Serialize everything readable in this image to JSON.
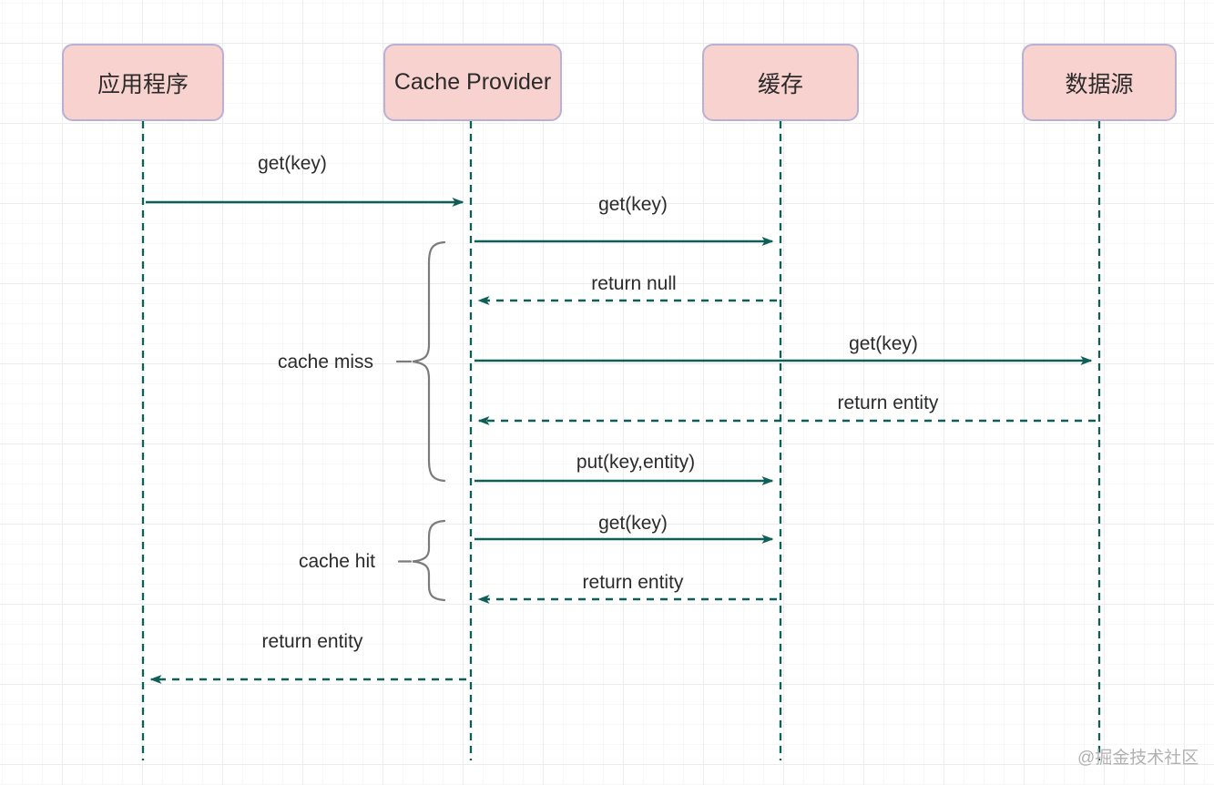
{
  "diagram": {
    "type": "sequence-diagram",
    "actors": [
      {
        "id": "application",
        "label": "应用程序"
      },
      {
        "id": "cache-provider",
        "label": "Cache Provider"
      },
      {
        "id": "cache",
        "label": "缓存"
      },
      {
        "id": "data-source",
        "label": "数据源"
      }
    ],
    "messages": [
      {
        "from": "application",
        "to": "cache-provider",
        "label": "get(key)",
        "style": "solid"
      },
      {
        "from": "cache-provider",
        "to": "cache",
        "label": "get(key)",
        "style": "solid"
      },
      {
        "from": "cache",
        "to": "cache-provider",
        "label": "return null",
        "style": "dashed"
      },
      {
        "from": "cache-provider",
        "to": "data-source",
        "label": "get(key)",
        "style": "solid"
      },
      {
        "from": "data-source",
        "to": "cache-provider",
        "label": "return entity",
        "style": "dashed"
      },
      {
        "from": "cache-provider",
        "to": "cache",
        "label": "put(key,entity)",
        "style": "solid"
      },
      {
        "from": "cache-provider",
        "to": "cache",
        "label": "get(key)",
        "style": "solid"
      },
      {
        "from": "cache",
        "to": "cache-provider",
        "label": "return entity",
        "style": "dashed"
      },
      {
        "from": "cache-provider",
        "to": "application",
        "label": "return entity",
        "style": "dashed"
      }
    ],
    "groups": [
      {
        "id": "cache-miss",
        "label": "cache miss"
      },
      {
        "id": "cache-hit",
        "label": "cache hit"
      }
    ],
    "watermark": "@掘金技术社区",
    "colors": {
      "actor_fill": "#f8d2ce",
      "actor_border": "#b9b0d5",
      "line": "#0e5f58",
      "brace": "#7b7b7b",
      "text": "#2b2b2b",
      "watermark": "#b3b1b0",
      "grid_major": "#ececec",
      "grid_minor": "#f7f7f7",
      "background": "#ffffff"
    }
  }
}
